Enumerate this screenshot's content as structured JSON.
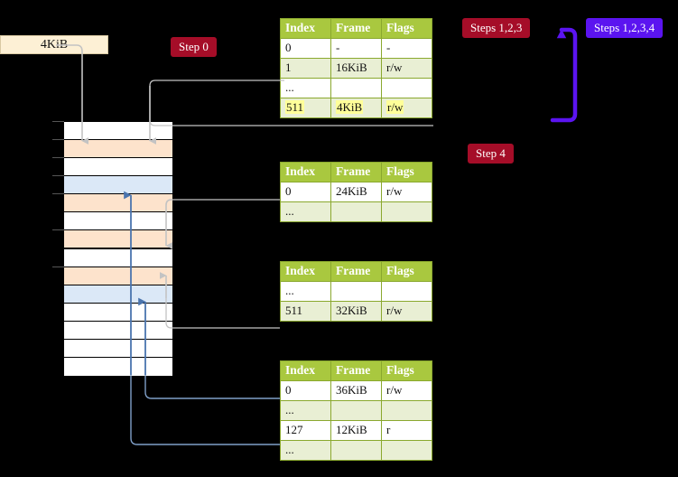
{
  "diagram": {
    "title_badges": {
      "step0": "Step 0",
      "step4": "Step 4",
      "steps123": "Steps 1,2,3",
      "steps1234": "Steps 1,2,3,4"
    },
    "memory_label": "4KiB",
    "colors": {
      "badge_red": "#a50d28",
      "badge_blue": "#5b14f0",
      "table_header": "#a9c83f",
      "table_row_tint": "#e9efd4",
      "highlight": "#ffff99",
      "mem_orange": "#fde3cc",
      "mem_blue": "#dbe8f7",
      "connector_gray": "#b3b3b3",
      "connector_blue": "#7f9fc8",
      "kib_box": "#fdf0d5"
    }
  },
  "memory": {
    "label": "4KiB",
    "rows": [
      {
        "fill": "white"
      },
      {
        "fill": "orange"
      },
      {
        "fill": "white"
      },
      {
        "fill": "blue"
      },
      {
        "fill": "orange"
      },
      {
        "fill": "white"
      },
      {
        "fill": "orange"
      },
      {
        "fill": "white"
      },
      {
        "fill": "orange"
      },
      {
        "fill": "blue"
      },
      {
        "fill": "white"
      },
      {
        "fill": "white"
      },
      {
        "fill": "white"
      },
      {
        "fill": "white"
      }
    ]
  },
  "tables": [
    {
      "id": "ptable-1",
      "headers": [
        "Index",
        "Frame",
        "Flags"
      ],
      "rows": [
        {
          "style": "white",
          "cells": [
            "0",
            "-",
            "-"
          ],
          "highlight": false
        },
        {
          "style": "tint",
          "cells": [
            "1",
            "16KiB",
            "r/w"
          ],
          "highlight": false
        },
        {
          "style": "white",
          "cells": [
            "...",
            "",
            ""
          ],
          "highlight": false
        },
        {
          "style": "tint",
          "cells": [
            "511",
            "4KiB",
            "r/w"
          ],
          "highlight": true
        }
      ]
    },
    {
      "id": "ptable-2",
      "headers": [
        "Index",
        "Frame",
        "Flags"
      ],
      "rows": [
        {
          "style": "white",
          "cells": [
            "0",
            "24KiB",
            "r/w"
          ],
          "highlight": false
        },
        {
          "style": "tint",
          "cells": [
            "...",
            "",
            ""
          ],
          "highlight": false
        }
      ]
    },
    {
      "id": "ptable-3",
      "headers": [
        "Index",
        "Frame",
        "Flags"
      ],
      "rows": [
        {
          "style": "white",
          "cells": [
            "...",
            "",
            ""
          ],
          "highlight": false
        },
        {
          "style": "tint",
          "cells": [
            "511",
            "32KiB",
            "r/w"
          ],
          "highlight": false
        }
      ]
    },
    {
      "id": "ptable-4",
      "headers": [
        "Index",
        "Frame",
        "Flags"
      ],
      "rows": [
        {
          "style": "white",
          "cells": [
            "0",
            "36KiB",
            "r/w"
          ],
          "highlight": false
        },
        {
          "style": "tint",
          "cells": [
            "...",
            "",
            ""
          ],
          "highlight": false
        },
        {
          "style": "white",
          "cells": [
            "127",
            "12KiB",
            "r"
          ],
          "highlight": false
        },
        {
          "style": "tint",
          "cells": [
            "...",
            "",
            ""
          ],
          "highlight": false
        }
      ]
    }
  ]
}
